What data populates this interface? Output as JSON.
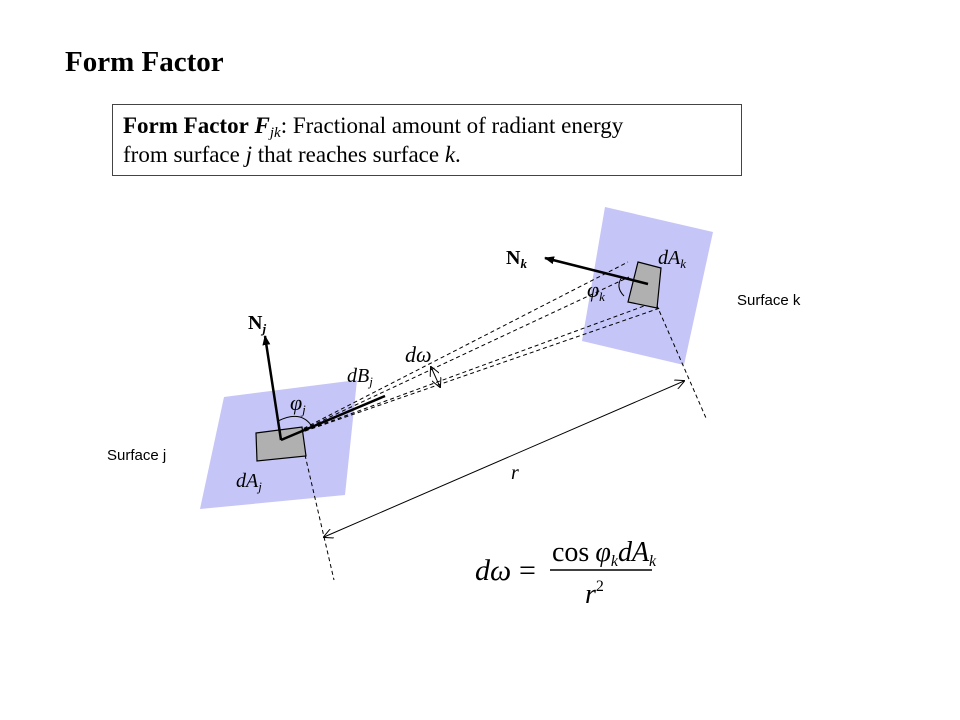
{
  "title": "Form Factor",
  "definition": {
    "term": "Form Factor",
    "symbol": "F",
    "subscript": "jk",
    "text_line1_rest": ": Fractional amount of radiant energy",
    "text_line2_a": "from surface ",
    "text_line2_j": "j",
    "text_line2_b": " that reaches surface ",
    "text_line2_k": "k",
    "text_line2_c": "."
  },
  "labels": {
    "normal_k": "N",
    "normal_k_sub": "k",
    "normal_j": "N",
    "normal_j_sub": "j",
    "dA_k": "dA",
    "dA_k_sub": "k",
    "dA_j": "dA",
    "dA_j_sub": "j",
    "phi_k": "φ",
    "phi_k_sub": "k",
    "phi_j": "φ",
    "phi_j_sub": "j",
    "d_omega": "dω",
    "dB_j": "dB",
    "dB_j_sub": "j",
    "r": "r",
    "surface_k": "Surface k",
    "surface_j": "Surface j"
  },
  "equation": {
    "lhs": "dω",
    "equals": "=",
    "numerator_cos": "cos",
    "numerator_phi": "φ",
    "numerator_phi_sub": "k",
    "numerator_dA": "dA",
    "numerator_dA_sub": "k",
    "denominator": "r",
    "denominator_exp": "2"
  },
  "colors": {
    "surface_fill": "#c5c5f7",
    "patch_fill": "#b0b0b0",
    "line": "#000000"
  }
}
